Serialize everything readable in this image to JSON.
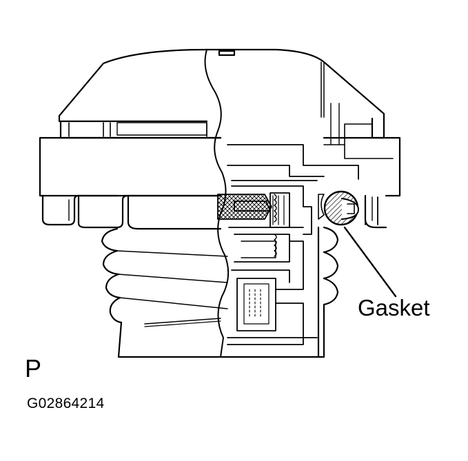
{
  "diagram": {
    "callout": "Gasket",
    "view_letter": "P",
    "figure_code": "G02864214",
    "colors": {
      "ink": "#000000",
      "paper": "#ffffff",
      "hatch": "#000000"
    }
  }
}
